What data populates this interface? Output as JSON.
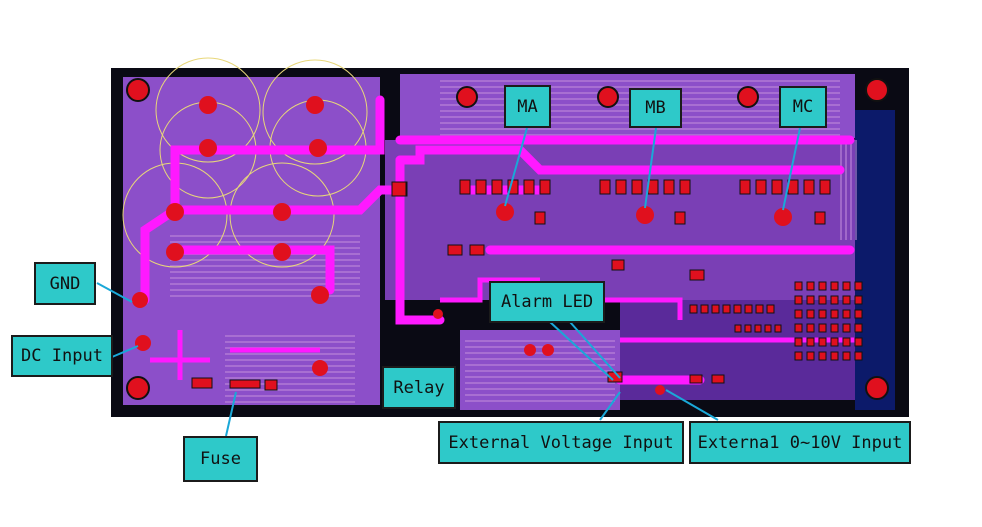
{
  "callouts": {
    "ma": "MA",
    "mb": "MB",
    "mc": "MC",
    "gnd": "GND",
    "dc_input": "DC Input",
    "alarm_led": "Alarm LED",
    "relay": "Relay",
    "fuse": "Fuse",
    "ext_voltage": "External Voltage Input",
    "ext_0_10v": "Externa1 0~10V Input"
  },
  "colors": {
    "board": "#8c4fc9",
    "board_dark": "#0a0a14",
    "trace": "#ff19ff",
    "pad": "#e0101e",
    "copper_stripe": "#c08ad8",
    "silk": "#e8d77a",
    "callout_fill": "#2ec9c9",
    "leader": "#1aa8d8"
  },
  "icons": {
    "mounting_hole": "mounting-hole-icon",
    "via": "via-icon",
    "smd_pad": "smd-pad-icon"
  }
}
